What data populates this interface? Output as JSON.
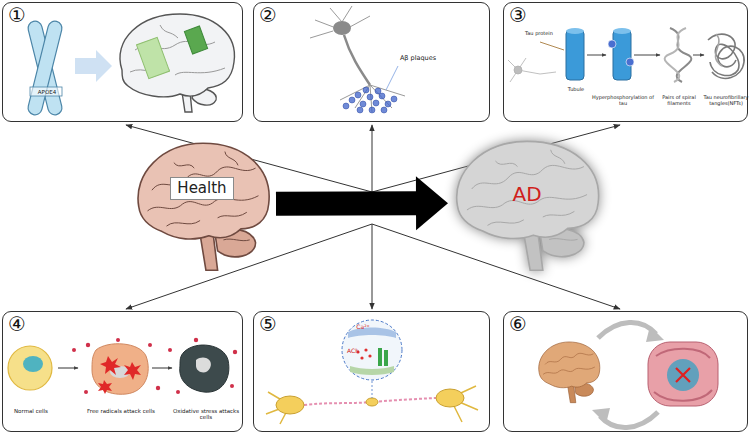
{
  "diagram": {
    "nodes": [
      {
        "text": [
          "①",
          "APOE4"
        ]
      },
      {
        "text": [
          "②",
          "Aβ plaques"
        ]
      },
      {
        "text": [
          "③",
          "Tau protein",
          "Tubule",
          "Hyperphosphorylation of tau",
          "Pairs of spiral filaments",
          "Tau neurofibrillary tangles(NFTs)"
        ]
      },
      {
        "text": [
          "Health"
        ]
      },
      {
        "text": [
          "AD"
        ]
      },
      {
        "text": [
          "④",
          "Normal cells",
          "Free radicals attack cells",
          "Oxidative stress attacks cells"
        ]
      },
      {
        "text": [
          "⑤",
          "Ca²⁺",
          "ACh"
        ]
      },
      {
        "text": [
          "⑥"
        ]
      }
    ],
    "edges": [
      {
        "from": 3,
        "to": 4,
        "arrow": "to"
      }
    ]
  }
}
